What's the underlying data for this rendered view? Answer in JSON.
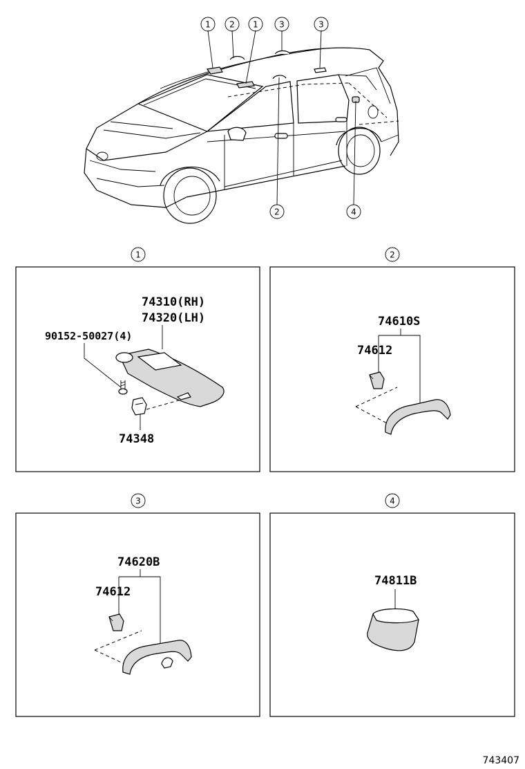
{
  "overview": {
    "callouts": [
      {
        "id": "callout-top-1a",
        "label": "1"
      },
      {
        "id": "callout-top-2",
        "label": "2"
      },
      {
        "id": "callout-top-1b",
        "label": "1"
      },
      {
        "id": "callout-top-3a",
        "label": "3"
      },
      {
        "id": "callout-top-3b",
        "label": "3"
      },
      {
        "id": "callout-bottom-2",
        "label": "2"
      },
      {
        "id": "callout-bottom-4",
        "label": "4"
      }
    ]
  },
  "panels": [
    {
      "number": "1",
      "labels": {
        "visor_rh": "74310(RH)",
        "visor_lh": "74320(LH)",
        "screw": "90152-50027(4)",
        "holder": "74348"
      }
    },
    {
      "number": "2",
      "labels": {
        "grip_assy": "74610S",
        "cap": "74612"
      }
    },
    {
      "number": "3",
      "labels": {
        "grip_assy": "74620B",
        "cap": "74612"
      }
    },
    {
      "number": "4",
      "labels": {
        "hook": "74811B"
      }
    }
  ],
  "figure_id": "743407"
}
